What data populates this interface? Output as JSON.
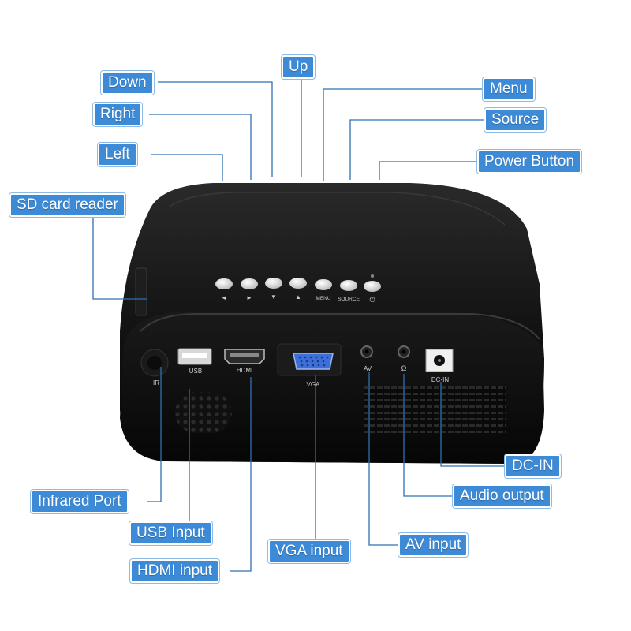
{
  "colors": {
    "label_bg": "#3d8ad6",
    "leader_line": "#2f6fb3",
    "device_body": "#0d0d0d"
  },
  "callouts": {
    "up": "Up",
    "down": "Down",
    "right": "Right",
    "left": "Left",
    "menu": "Menu",
    "source": "Source",
    "power": "Power Button",
    "sd": "SD card reader",
    "infrared": "Infrared Port",
    "usb": "USB Input",
    "hdmi": "HDMI input",
    "vga": "VGA input",
    "av": "AV input",
    "audio": "Audio output",
    "dcin": "DC-IN"
  },
  "device_prints": {
    "menu": "MENU",
    "source": "SOURCE",
    "ir": "IR",
    "usb": "USB",
    "hdmi": "HDMI",
    "vga": "VGA",
    "av": "AV",
    "dcin": "DC-IN"
  }
}
